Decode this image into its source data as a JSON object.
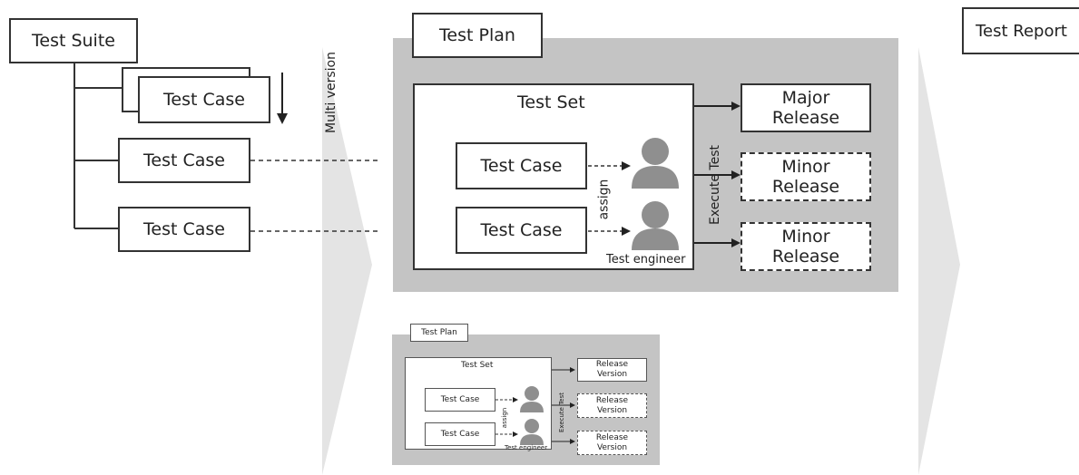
{
  "suite": {
    "title": "Test Suite",
    "case_versioned": "Test Case",
    "multi_version": "Multi version",
    "case_a": "Test Case",
    "case_b": "Test Case"
  },
  "plan": {
    "title": "Test Plan",
    "set_title": "Test Set",
    "case_a": "Test Case",
    "case_b": "Test Case",
    "assign": "assign",
    "engineer": "Test engineer",
    "execute": "Execute Test",
    "major_release": [
      "Major",
      "Release"
    ],
    "minor_release_1": [
      "Minor",
      "Release"
    ],
    "minor_release_2": [
      "Minor",
      "Release"
    ]
  },
  "report": {
    "title": "Test Report"
  },
  "mini_plan": {
    "title": "Test Plan",
    "set_title": "Test Set",
    "case_a": "Test Case",
    "case_b": "Test Case",
    "assign": "assign",
    "engineer": "Test engineer",
    "execute": "Execute Test",
    "release_1": [
      "Release",
      "Version"
    ],
    "release_2": [
      "Release",
      "Version"
    ],
    "release_3": [
      "Release",
      "Version"
    ]
  },
  "colors": {
    "panel": "#c4c4c4",
    "chevron": "#e2e2e2",
    "person": "#8f8f8f"
  }
}
